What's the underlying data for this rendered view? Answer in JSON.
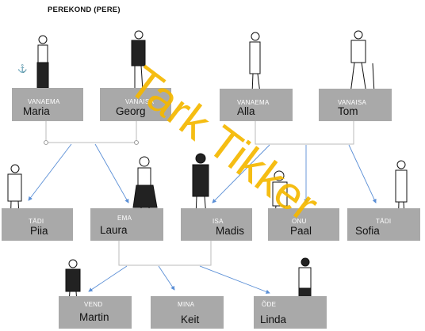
{
  "title": "PEREKOND (PERE)",
  "watermark": "Tark Tikker",
  "anchor_icon": "⚓",
  "people": {
    "maria": {
      "role": "VANAEMA",
      "name": "Maria"
    },
    "georg": {
      "role": "VANAISA",
      "name": "Georg"
    },
    "alla": {
      "role": "VANAEMA",
      "name": "Alla"
    },
    "tom": {
      "role": "VANAISA",
      "name": "Tom"
    },
    "piia": {
      "role": "TÄDI",
      "name": "Piia"
    },
    "laura": {
      "role": "EMA",
      "name": "Laura"
    },
    "madis": {
      "role": "ISA",
      "name": "Madis"
    },
    "paal": {
      "role": "ONU",
      "name": "Paal"
    },
    "sofia": {
      "role": "TÄDI",
      "name": "Sofia"
    },
    "martin": {
      "role": "VEND",
      "name": "Martin"
    },
    "keit": {
      "role": "MINA",
      "name": "Keit"
    },
    "linda": {
      "role": "ÕDE",
      "name": "Linda"
    }
  },
  "colors": {
    "box": "#a9a9a9",
    "arrow": "#5b8fd6",
    "line": "#bbbbbb",
    "watermark": "#f5b800"
  }
}
